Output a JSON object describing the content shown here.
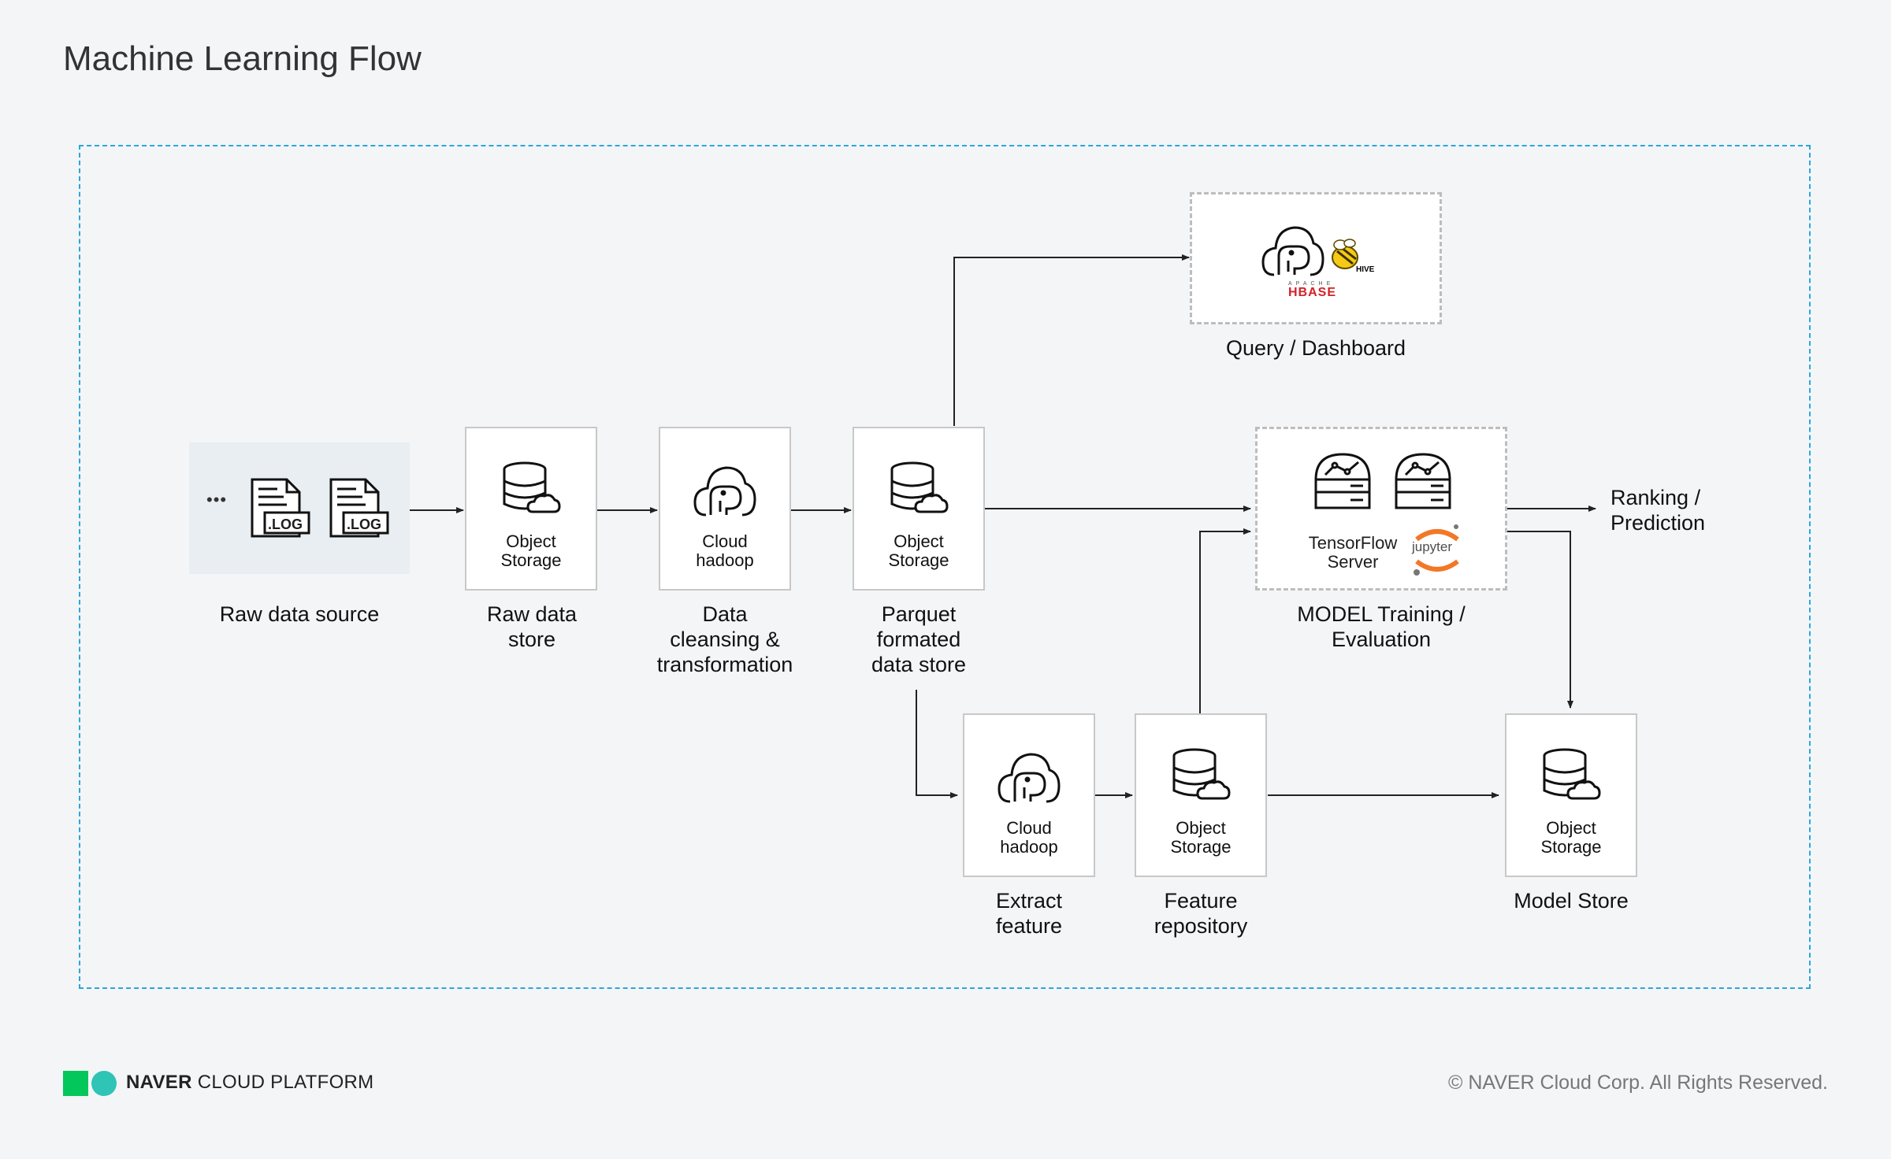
{
  "title": "Machine Learning Flow",
  "nodes": {
    "raw_data_store": {
      "label": "Object\nStorage",
      "caption": "Raw data\nstore"
    },
    "data_cleansing": {
      "label": "Cloud\nhadoop",
      "caption": "Data\ncleansing &\ntransformation"
    },
    "parquet_store": {
      "label": "Object\nStorage",
      "caption": "Parquet\nformated\ndata store"
    },
    "extract_feature": {
      "label": "Cloud\nhadoop",
      "caption": "Extract\nfeature"
    },
    "feature_repository": {
      "label": "Object\nStorage",
      "caption": "Feature\nrepository"
    },
    "model_store": {
      "label": "Object\nStorage",
      "caption": "Model Store"
    },
    "raw_data_source": {
      "caption": "Raw data source",
      "file_label": ".LOG",
      "ellipsis": "•••"
    },
    "query_dashboard": {
      "caption": "Query / Dashboard",
      "hive_label": "HIVE",
      "hbase_top": "APACHE",
      "hbase_label": "HBASE"
    },
    "model_training": {
      "caption": "MODEL Training /\nEvaluation",
      "tf_label": "TensorFlow\nServer",
      "jupyter_label": "jupyter"
    }
  },
  "output": {
    "caption": "Ranking /\nPrediction"
  },
  "footer": {
    "brand_bold": "NAVER",
    "brand_rest": "CLOUD PLATFORM",
    "copyright": "© NAVER Cloud Corp. All Rights Reserved."
  },
  "colors": {
    "frame": "#2aa7d8",
    "hbase": "#d42027",
    "hive": "#f6c915",
    "logo_green": "#03c75a",
    "logo_teal": "#2ec4b6"
  }
}
